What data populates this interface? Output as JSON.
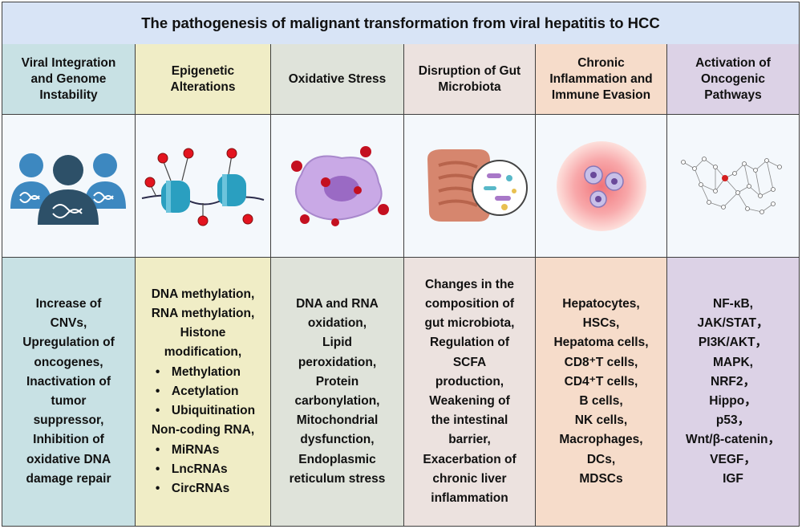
{
  "title": "The pathogenesis of malignant transformation from viral hepatitis to HCC",
  "colors": {
    "title_bg": "#d8e4f6",
    "col1": "#c8e1e4",
    "col2": "#f0edc6",
    "col3": "#dfe3da",
    "col4": "#ece2df",
    "col5": "#f6dcca",
    "col6": "#dcd2e6"
  },
  "columns": [
    {
      "header": "Viral Integration and Genome Instability",
      "icon": "people-dna-icon",
      "items": [
        "Increase of",
        "CNVs,",
        "Upregulation of",
        "oncogenes,",
        "Inactivation of",
        "tumor",
        "suppressor,",
        "Inhibition of",
        "oxidative DNA",
        "damage repair"
      ]
    },
    {
      "header": "Epigenetic Alterations",
      "icon": "nucleosome-methylation-icon",
      "items": [
        {
          "text": "DNA methylation,",
          "bullet": false
        },
        {
          "text": "RNA methylation,",
          "bullet": false
        },
        {
          "text": "Histone",
          "bullet": false
        },
        {
          "text": "modification,",
          "bullet": false
        },
        {
          "text": "Methylation",
          "bullet": true
        },
        {
          "text": "Acetylation",
          "bullet": true
        },
        {
          "text": "Ubiquitination",
          "bullet": true
        },
        {
          "text": "Non-coding RNA,",
          "bullet": false
        },
        {
          "text": "MiRNAs",
          "bullet": true
        },
        {
          "text": "LncRNAs",
          "bullet": true
        },
        {
          "text": "CircRNAs",
          "bullet": true
        }
      ]
    },
    {
      "header": "Oxidative Stress",
      "icon": "cell-ros-icon",
      "items": [
        "DNA and RNA",
        "oxidation,",
        "Lipid",
        "peroxidation,",
        "Protein",
        "carbonylation,",
        "Mitochondrial",
        "dysfunction,",
        "Endoplasmic",
        "reticulum stress"
      ]
    },
    {
      "header": "Disruption of Gut Microbiota",
      "icon": "intestine-microbiota-icon",
      "items": [
        "Changes in the",
        "composition of",
        "gut microbiota,",
        "Regulation of",
        "SCFA",
        "production,",
        "Weakening of",
        "the intestinal",
        "barrier,",
        "Exacerbation of",
        "chronic liver",
        "inflammation"
      ]
    },
    {
      "header": "Chronic Inflammation and Immune Evasion",
      "icon": "inflamed-cells-icon",
      "items": [
        "Hepatocytes,",
        "HSCs,",
        "Hepatoma cells,",
        "CD8⁺T cells,",
        "CD4⁺T cells,",
        "B cells,",
        "NK cells,",
        "Macrophages,",
        "DCs,",
        "MDSCs"
      ]
    },
    {
      "header": "Activation of Oncogenic Pathways",
      "icon": "pathway-network-icon",
      "items": [
        "NF-κB,",
        "JAK/STAT，",
        "PI3K/AKT，",
        "MAPK,",
        "NRF2，",
        "Hippo，",
        "p53，",
        "Wnt/β-catenin，",
        "VEGF，",
        "IGF"
      ]
    }
  ]
}
